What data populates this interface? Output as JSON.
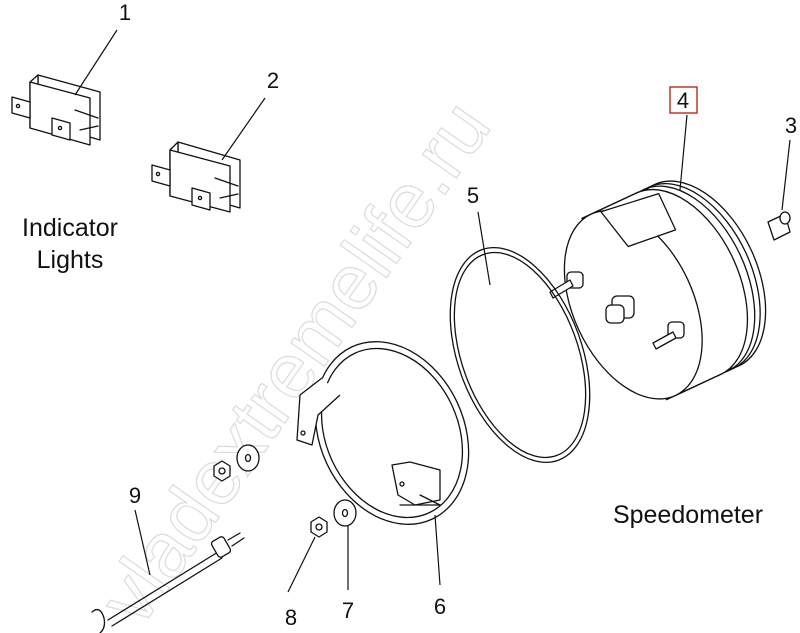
{
  "diagram": {
    "captions": {
      "indicator_line1": "Indicator",
      "indicator_line2": "Lights",
      "speedometer": "Speedometer"
    },
    "callouts": [
      "1",
      "2",
      "3",
      "4",
      "5",
      "6",
      "7",
      "8",
      "9"
    ],
    "highlighted_callout": "4",
    "highlight_color": "#c0392b",
    "watermark": "vladextremelife.ru"
  }
}
